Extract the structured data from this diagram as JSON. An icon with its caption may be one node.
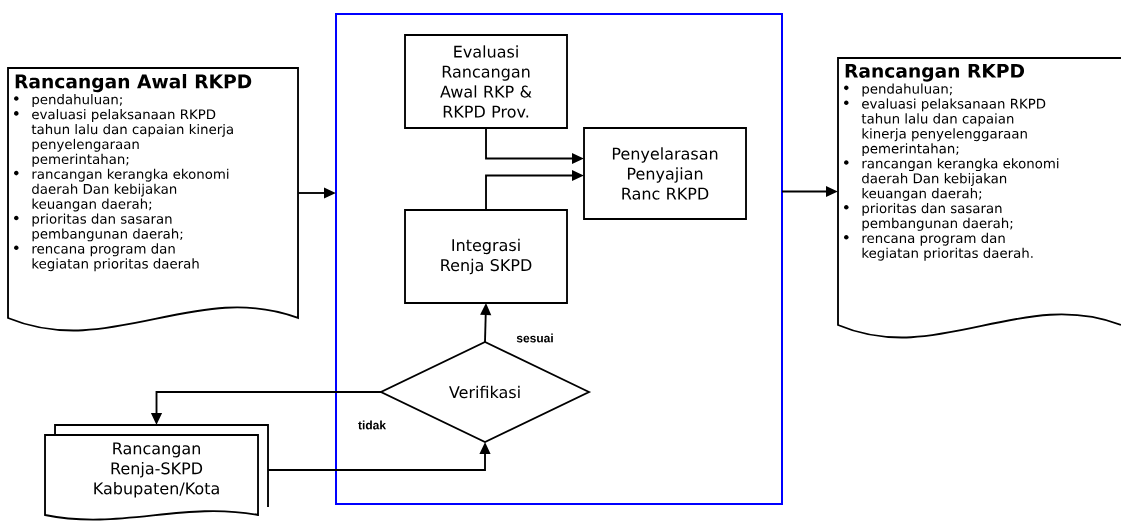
{
  "diagram": {
    "nodes": [
      {
        "text": [
          "Rancangan Awal RKPD",
          "pendahuluan;",
          "evaluasi pelaksanaan RKPD tahun lalu dan capaian kinerja penyelengaraan pemerintahan;",
          "rancangan kerangka ekonomi daerah Dan kebijakan keuangan daerah;",
          "prioritas dan sasaran pembangunan daerah;",
          "rencana program dan kegiatan prioritas daerah"
        ]
      },
      {
        "text": [],
        "shape": "box"
      },
      {
        "text": [
          "Evaluasi Rancangan Awal RKP & RKPD Prov."
        ],
        "in": 1
      },
      {
        "text": [
          "Penyelarasan Penyajian Ranc RKPD"
        ],
        "in": 1
      },
      {
        "text": [
          "Integrasi Renja SKPD"
        ],
        "in": 1
      },
      {
        "text": [
          "Verifikasi"
        ],
        "in": 1
      },
      {
        "text": [
          "Rancangan Renja-SKPD Kabupaten/Kota"
        ]
      },
      {
        "text": [
          "Rancangan RKPD",
          "pendahuluan;",
          "evaluasi pelaksanaan RKPD tahun lalu dan capaian kinerja penyelenggaraan pemerintahan;",
          "rancangan kerangka ekonomi daerah Dan kebijakan keuangan daerah;",
          "prioritas dan sasaran pembangunan daerah;",
          "rencana program dan kegiatan prioritas daerah."
        ]
      }
    ],
    "edges": [
      {
        "from": 0,
        "to": 1,
        "arrow": "to"
      },
      {
        "from": 2,
        "to": 3,
        "arrow": "to"
      },
      {
        "from": 4,
        "to": 3,
        "arrow": "to"
      },
      {
        "from": 5,
        "to": 4,
        "arrow": "to",
        "label": "sesuai"
      },
      {
        "from": 5,
        "to": 6,
        "arrow": "to",
        "label": "tidak"
      },
      {
        "from": 6,
        "to": 5,
        "arrow": "to"
      },
      {
        "from": 1,
        "to": 7,
        "arrow": "to"
      }
    ]
  }
}
